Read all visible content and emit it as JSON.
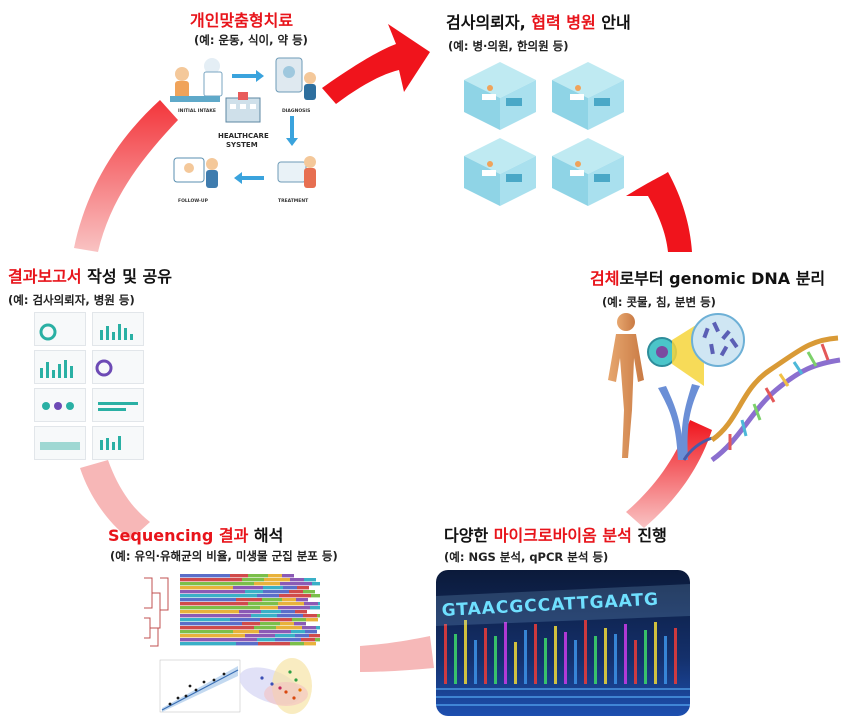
{
  "steps": [
    {
      "id": "personalized-treatment",
      "title_parts": [
        {
          "text": "개인맞춤형치료",
          "highlight": true
        }
      ],
      "subtitle": "(예: 운동, 식이, 약 등)",
      "illustration": {
        "center_label_line1": "HEALTHCARE",
        "center_label_line2": "SYSTEM",
        "labels": [
          "INITIAL INTAKE",
          "DIAGNOSIS",
          "FOLLOW-UP",
          "TREATMENT"
        ]
      }
    },
    {
      "id": "hospital-guidance",
      "title_parts": [
        {
          "text": "검사의뢰자, ",
          "highlight": false
        },
        {
          "text": "협력 병원",
          "highlight": true
        },
        {
          "text": " 안내",
          "highlight": false
        }
      ],
      "subtitle": "(예: 병·의원, 한의원 등)"
    },
    {
      "id": "dna-extraction",
      "title_parts": [
        {
          "text": "검체",
          "highlight": true
        },
        {
          "text": "로부터 genomic DNA 분리",
          "highlight": false
        }
      ],
      "subtitle": "(예: 콧물, 침, 분변 등)"
    },
    {
      "id": "microbiome-analysis",
      "title_parts": [
        {
          "text": "다양한 ",
          "highlight": false
        },
        {
          "text": "마이크로바이옴 분석",
          "highlight": true
        },
        {
          "text": " 진행",
          "highlight": false
        }
      ],
      "subtitle": "(예: NGS 분석, qPCR 분석 등)",
      "sequence_text": "GTAACGCCATTGAATG"
    },
    {
      "id": "sequencing-interpretation",
      "title_parts": [
        {
          "text": "Sequencing 결과",
          "highlight": true
        },
        {
          "text": " 해석",
          "highlight": false
        }
      ],
      "subtitle": "(예: 유익·유해균의 비율, 미생물 군집 분포 등)"
    },
    {
      "id": "report-sharing",
      "title_parts": [
        {
          "text": "결과보고서",
          "highlight": true
        },
        {
          "text": " 작성 및 공유",
          "highlight": false
        }
      ],
      "subtitle": "(예: 검사의뢰자, 병원 등)"
    }
  ],
  "colors": {
    "highlight": "#e8141b",
    "arrow_red": "#f0141c",
    "arrow_pink": "#f7b7b7"
  }
}
